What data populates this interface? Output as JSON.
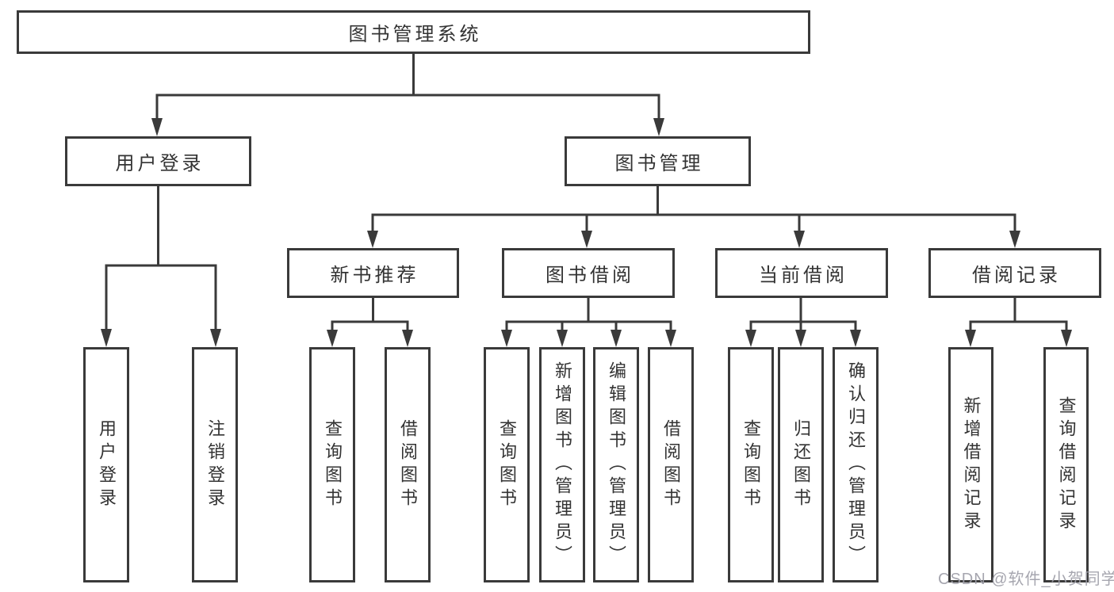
{
  "tree": {
    "label": "图书管理系统",
    "children": [
      {
        "label": "用户登录",
        "children": [
          {
            "label": "用户登录"
          },
          {
            "label": "注销登录"
          }
        ]
      },
      {
        "label": "图书管理",
        "children": [
          {
            "label": "新书推荐",
            "children": [
              {
                "label": "查询图书"
              },
              {
                "label": "借阅图书"
              }
            ]
          },
          {
            "label": "图书借阅",
            "children": [
              {
                "label": "查询图书"
              },
              {
                "label": "新增图书（管理员）"
              },
              {
                "label": "编辑图书（管理员）"
              },
              {
                "label": "借阅图书"
              }
            ]
          },
          {
            "label": "当前借阅",
            "children": [
              {
                "label": "查询图书"
              },
              {
                "label": "归还图书"
              },
              {
                "label": "确认归还（管理员）"
              }
            ]
          },
          {
            "label": "借阅记录",
            "children": [
              {
                "label": "新增借阅记录"
              },
              {
                "label": "查询借阅记录"
              }
            ]
          }
        ]
      }
    ]
  },
  "watermark": {
    "text": "CSDN @软件_小贺同学"
  },
  "colors": {
    "line": "#3a3a3a",
    "text": "#333333",
    "watermark": "#9e9ea8",
    "background": "#ffffff"
  }
}
